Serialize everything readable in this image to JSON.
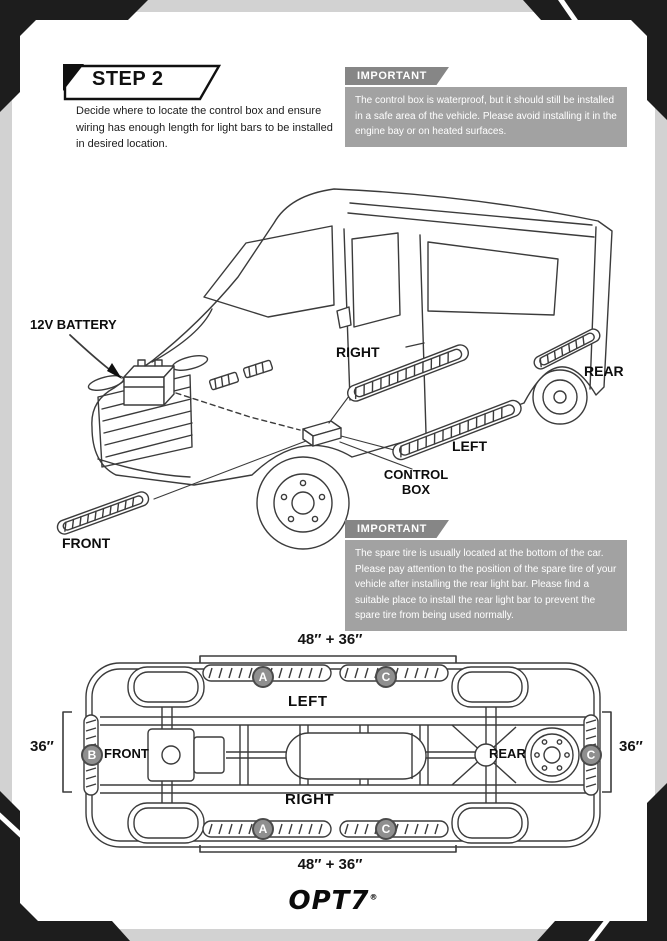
{
  "page": {
    "step_title": "STEP 2",
    "step_description": "Decide where to locate the control box and ensure wiring has enough length for light bars to be installed in desired location.",
    "brand": "OPT7",
    "brand_mark": "®"
  },
  "important_top": {
    "label": "IMPORTANT",
    "text": "The control box is waterproof, but it should still be installed in a safe area of the vehicle. Please avoid installing it in the engine bay or on heated surfaces."
  },
  "important_bottom": {
    "label": "IMPORTANT",
    "text": "The spare tire is usually located at the bottom of the car. Please pay attention to the position of the spare tire of your vehicle after installing the rear light bar. Please find a suitable place to install the rear light bar to prevent the spare tire from being used normally."
  },
  "van_diagram": {
    "battery_label": "12V BATTERY",
    "right_label": "RIGHT",
    "rear_label": "REAR",
    "left_label": "LEFT",
    "control_box_label": "CONTROL BOX",
    "front_label": "FRONT"
  },
  "chassis_diagram": {
    "top_dimension": "48″ + 36″",
    "bottom_dimension": "48″ + 36″",
    "left_dimension": "36″",
    "right_dimension": "36″",
    "left_label": "LEFT",
    "right_label": "RIGHT",
    "front_label": "FRONT",
    "rear_label": "REAR",
    "markers": {
      "a": "A",
      "b": "B",
      "c": "C"
    }
  }
}
